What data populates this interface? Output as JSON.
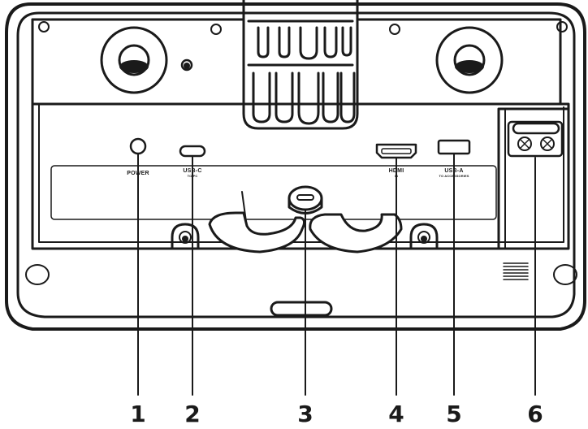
{
  "labels": {
    "power": "POWER",
    "usbc": "USB-C",
    "usbc_sub": "TO PC",
    "hdmi": "HDMI",
    "hdmi_sub": "IN",
    "usba": "USB-A",
    "usba_sub": "TO ACCESSORIES"
  },
  "callouts": [
    "1",
    "2",
    "3",
    "4",
    "5",
    "6"
  ],
  "colors": {
    "stroke": "#1a1a1a",
    "fill": "#ffffff"
  }
}
